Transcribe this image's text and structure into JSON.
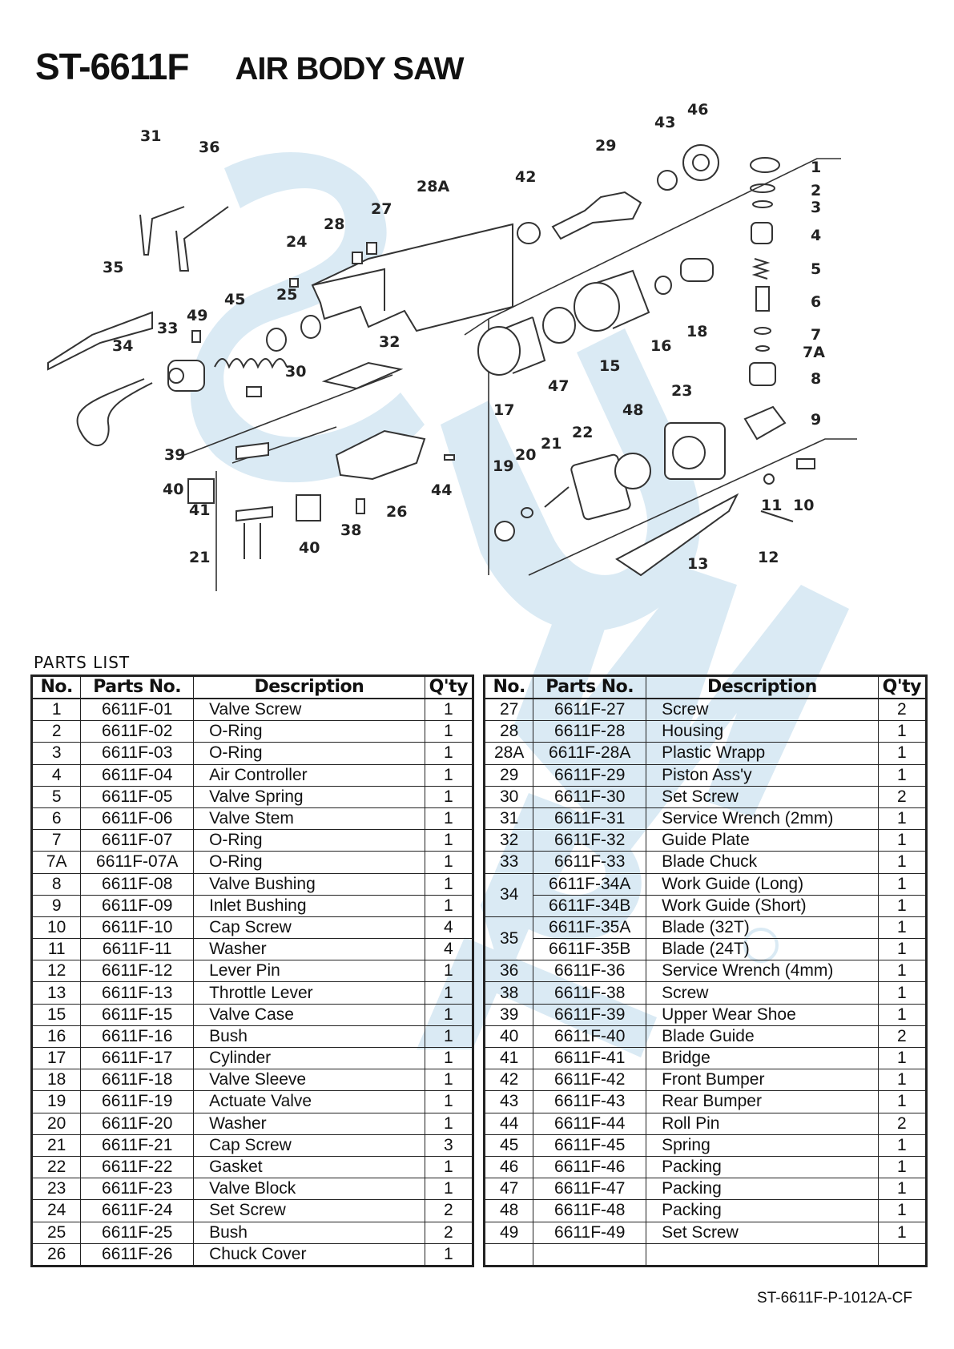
{
  "header": {
    "model": "ST-6611F",
    "name": "AIR BODY SAW"
  },
  "diagram": {
    "callouts": [
      "1",
      "2",
      "3",
      "4",
      "5",
      "6",
      "7",
      "7A",
      "8",
      "9",
      "10",
      "11",
      "12",
      "13",
      "15",
      "16",
      "17",
      "18",
      "19",
      "20",
      "21",
      "22",
      "23",
      "24",
      "25",
      "26",
      "27",
      "28",
      "28A",
      "29",
      "30",
      "31",
      "32",
      "33",
      "34",
      "35",
      "36",
      "38",
      "39",
      "40",
      "40",
      "41",
      "42",
      "43",
      "44",
      "45",
      "46",
      "47",
      "48",
      "49",
      "21"
    ]
  },
  "parts_list": {
    "title": "PARTS LIST",
    "columns": [
      "No.",
      "Parts No.",
      "Description",
      "Q'ty"
    ],
    "left": [
      {
        "no": "1",
        "part": "6611F-01",
        "desc": "Valve Screw",
        "qty": "1"
      },
      {
        "no": "2",
        "part": "6611F-02",
        "desc": "O-Ring",
        "qty": "1"
      },
      {
        "no": "3",
        "part": "6611F-03",
        "desc": "O-Ring",
        "qty": "1"
      },
      {
        "no": "4",
        "part": "6611F-04",
        "desc": "Air Controller",
        "qty": "1"
      },
      {
        "no": "5",
        "part": "6611F-05",
        "desc": "Valve Spring",
        "qty": "1"
      },
      {
        "no": "6",
        "part": "6611F-06",
        "desc": "Valve Stem",
        "qty": "1"
      },
      {
        "no": "7",
        "part": "6611F-07",
        "desc": "O-Ring",
        "qty": "1"
      },
      {
        "no": "7A",
        "part": "6611F-07A",
        "desc": "O-Ring",
        "qty": "1"
      },
      {
        "no": "8",
        "part": "6611F-08",
        "desc": "Valve Bushing",
        "qty": "1"
      },
      {
        "no": "9",
        "part": "6611F-09",
        "desc": "Inlet Bushing",
        "qty": "1"
      },
      {
        "no": "10",
        "part": "6611F-10",
        "desc": "Cap Screw",
        "qty": "4"
      },
      {
        "no": "11",
        "part": "6611F-11",
        "desc": "Washer",
        "qty": "4"
      },
      {
        "no": "12",
        "part": "6611F-12",
        "desc": "Lever Pin",
        "qty": "1"
      },
      {
        "no": "13",
        "part": "6611F-13",
        "desc": "Throttle Lever",
        "qty": "1"
      },
      {
        "no": "15",
        "part": "6611F-15",
        "desc": "Valve Case",
        "qty": "1"
      },
      {
        "no": "16",
        "part": "6611F-16",
        "desc": "Bush",
        "qty": "1"
      },
      {
        "no": "17",
        "part": "6611F-17",
        "desc": "Cylinder",
        "qty": "1"
      },
      {
        "no": "18",
        "part": "6611F-18",
        "desc": "Valve Sleeve",
        "qty": "1"
      },
      {
        "no": "19",
        "part": "6611F-19",
        "desc": "Actuate Valve",
        "qty": "1"
      },
      {
        "no": "20",
        "part": "6611F-20",
        "desc": "Washer",
        "qty": "1"
      },
      {
        "no": "21",
        "part": "6611F-21",
        "desc": "Cap Screw",
        "qty": "3"
      },
      {
        "no": "22",
        "part": "6611F-22",
        "desc": "Gasket",
        "qty": "1"
      },
      {
        "no": "23",
        "part": "6611F-23",
        "desc": "Valve Block",
        "qty": "1"
      },
      {
        "no": "24",
        "part": "6611F-24",
        "desc": "Set Screw",
        "qty": "2"
      },
      {
        "no": "25",
        "part": "6611F-25",
        "desc": "Bush",
        "qty": "2"
      },
      {
        "no": "26",
        "part": "6611F-26",
        "desc": "Chuck Cover",
        "qty": "1"
      }
    ],
    "right": [
      {
        "no": "27",
        "part": "6611F-27",
        "desc": "Screw",
        "qty": "2"
      },
      {
        "no": "28",
        "part": "6611F-28",
        "desc": "Housing",
        "qty": "1"
      },
      {
        "no": "28A",
        "part": "6611F-28A",
        "desc": "Plastic Wrapp",
        "qty": "1"
      },
      {
        "no": "29",
        "part": "6611F-29",
        "desc": "Piston Ass'y",
        "qty": "1"
      },
      {
        "no": "30",
        "part": "6611F-30",
        "desc": "Set Screw",
        "qty": "2"
      },
      {
        "no": "31",
        "part": "6611F-31",
        "desc": "Service Wrench (2mm)",
        "qty": "1"
      },
      {
        "no": "32",
        "part": "6611F-32",
        "desc": "Guide Plate",
        "qty": "1"
      },
      {
        "no": "33",
        "part": "6611F-33",
        "desc": "Blade Chuck",
        "qty": "1"
      },
      {
        "no": "34",
        "part": "6611F-34A",
        "desc": "Work Guide (Long)",
        "qty": "1"
      },
      {
        "no": "",
        "part": "6611F-34B",
        "desc": "Work Guide (Short)",
        "qty": "1"
      },
      {
        "no": "35",
        "part": "6611F-35A",
        "desc": "Blade (32T)",
        "qty": "1"
      },
      {
        "no": "",
        "part": "6611F-35B",
        "desc": "Blade (24T)",
        "qty": "1"
      },
      {
        "no": "36",
        "part": "6611F-36",
        "desc": "Service Wrench (4mm)",
        "qty": "1"
      },
      {
        "no": "38",
        "part": "6611F-38",
        "desc": "Screw",
        "qty": "1"
      },
      {
        "no": "39",
        "part": "6611F-39",
        "desc": "Upper Wear Shoe",
        "qty": "1"
      },
      {
        "no": "40",
        "part": "6611F-40",
        "desc": "Blade Guide",
        "qty": "2"
      },
      {
        "no": "41",
        "part": "6611F-41",
        "desc": "Bridge",
        "qty": "1"
      },
      {
        "no": "42",
        "part": "6611F-42",
        "desc": "Front Bumper",
        "qty": "1"
      },
      {
        "no": "43",
        "part": "6611F-43",
        "desc": "Rear Bumper",
        "qty": "1"
      },
      {
        "no": "44",
        "part": "6611F-44",
        "desc": "Roll Pin",
        "qty": "2"
      },
      {
        "no": "45",
        "part": "6611F-45",
        "desc": "Spring",
        "qty": "1"
      },
      {
        "no": "46",
        "part": "6611F-46",
        "desc": "Packing",
        "qty": "1"
      },
      {
        "no": "47",
        "part": "6611F-47",
        "desc": "Packing",
        "qty": "1"
      },
      {
        "no": "48",
        "part": "6611F-48",
        "desc": "Packing",
        "qty": "1"
      },
      {
        "no": "49",
        "part": "6611F-49",
        "desc": "Set Screw",
        "qty": "1"
      },
      {
        "no": "",
        "part": "",
        "desc": "",
        "qty": ""
      }
    ]
  },
  "footer": {
    "doc_code": "ST-6611F-P-1012A-CF"
  },
  "colors": {
    "watermark": "#cfe4f0",
    "ink": "#222222"
  }
}
